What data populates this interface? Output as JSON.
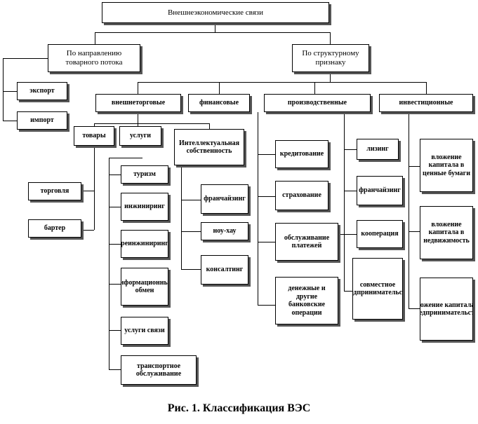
{
  "diagram": {
    "root": "Внешнеэкономические связи",
    "by_flow": "По направлению товарного потока",
    "by_structure": "По структурному признаку",
    "export": "экспорт",
    "import": "импорт",
    "foreign_trade": "внешнеторговые",
    "financial": "финансовые",
    "production": "производственные",
    "investment": "инвестиционные",
    "goods": "товары",
    "services": "услуги",
    "intellectual_property": "Интеллектуальная собственность",
    "tourism": "туризм",
    "engineering": "инжиниринг",
    "reengineering": "реинжиниринг",
    "info_exchange": "информационный обмен",
    "communication_services": "услуги связи",
    "transport_services": "транспортное обслуживание",
    "trade": "торговля",
    "barter": "бартер",
    "franchising_ip": "франчайзинг",
    "know_how": "ноу-хау",
    "consulting": "консалтинг",
    "lending": "кредитование",
    "insurance": "страхование",
    "payment_services": "обслуживание платежей",
    "money_banking_ops": "денежные и другие банковские операции",
    "leasing": "лизинг",
    "franchising_prod": "франчайзинг",
    "cooperation": "кооперация",
    "joint_ventures": "совместное предпринимательство",
    "capital_securities": "вложение капитала в ценные бумаги",
    "capital_real_estate": "вложение капитала в недвижимость",
    "capital_enterprise": "вложение капитала в предпринимательство"
  },
  "caption": "Рис. 1. Классификация ВЭС"
}
